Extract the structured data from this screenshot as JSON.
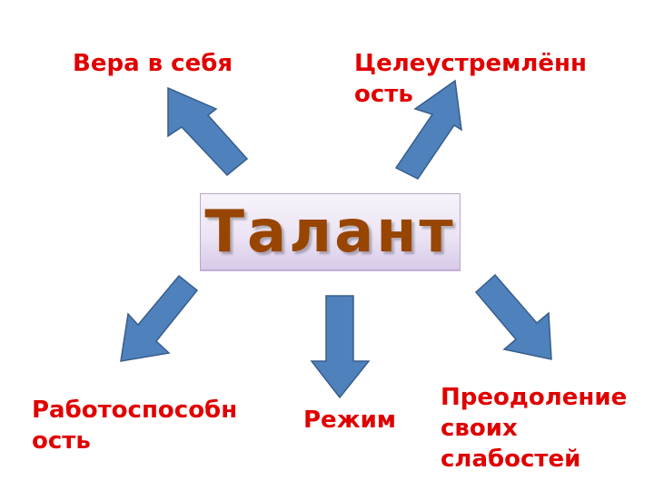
{
  "diagram": {
    "center": {
      "label": "Талант"
    },
    "branches": {
      "top_left": {
        "lines": [
          "Вера в себя"
        ]
      },
      "top_right": {
        "lines": [
          "Целеустремлённ",
          "ость"
        ]
      },
      "bottom_left": {
        "lines": [
          "Работоспособн",
          "ость"
        ]
      },
      "bottom_middle": {
        "lines": [
          "Режим"
        ]
      },
      "bottom_right": {
        "lines": [
          "Преодоление",
          "своих",
          "слабостей"
        ]
      }
    },
    "colors": {
      "label_text": "#e00000",
      "center_text": "#984500",
      "arrow_fill": "#4f81bd",
      "arrow_stroke": "#385d8a"
    }
  }
}
